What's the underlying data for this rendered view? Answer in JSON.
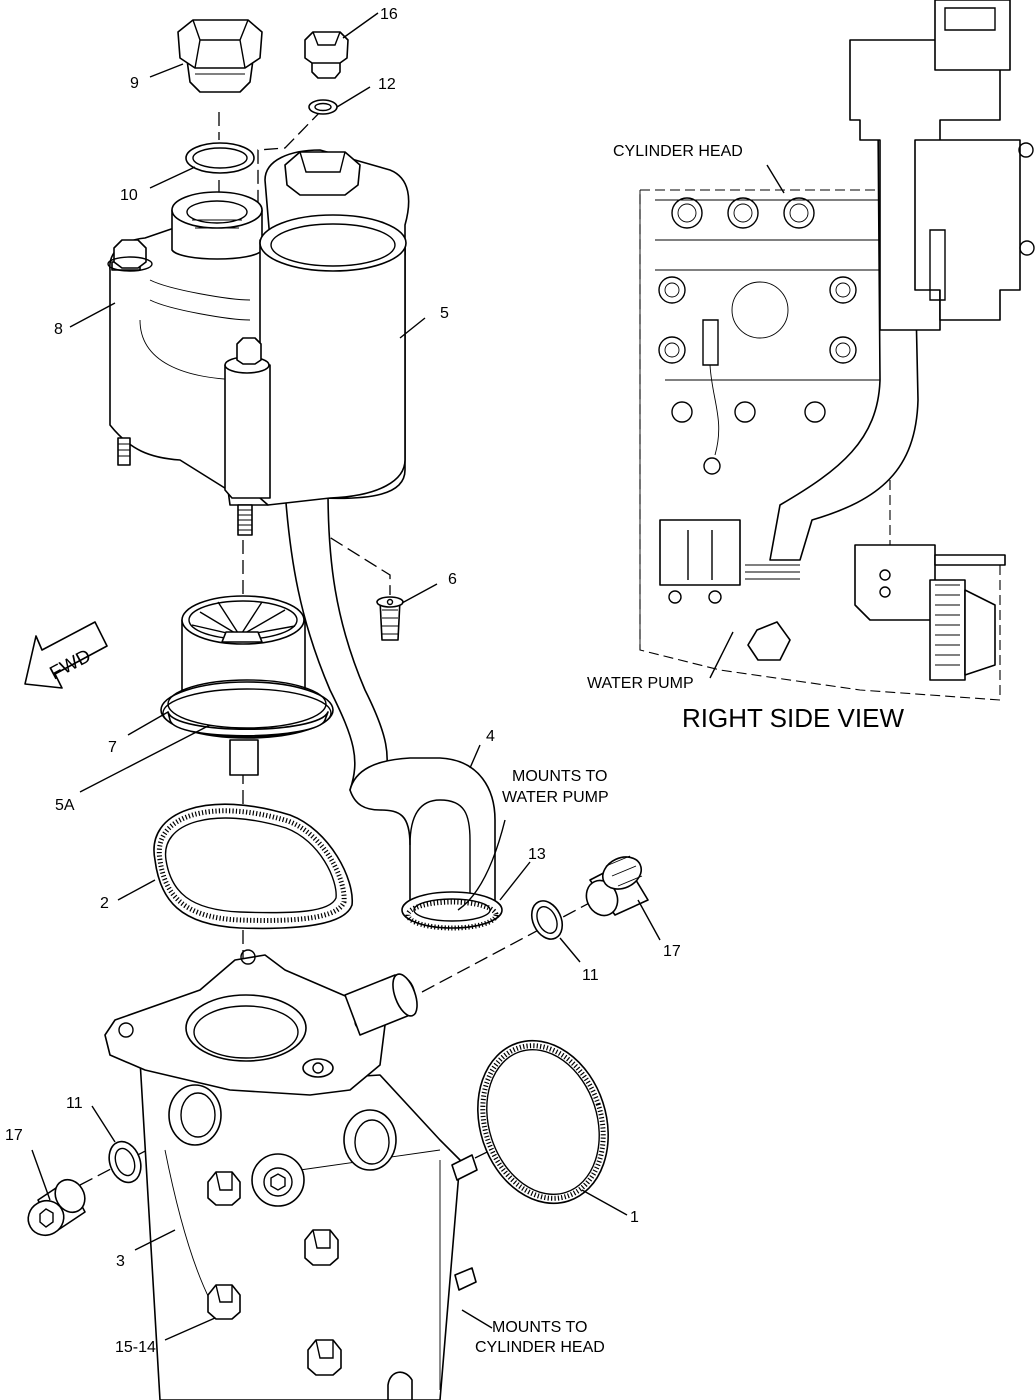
{
  "callouts": {
    "c1": "1",
    "c2": "2",
    "c3": "3",
    "c4": "4",
    "c5": "5",
    "c5a": "5A",
    "c6": "6",
    "c7": "7",
    "c8": "8",
    "c9": "9",
    "c10": "10",
    "c11a": "11",
    "c11b": "11",
    "c12": "12",
    "c13": "13",
    "c1514": "15-14",
    "c16": "16",
    "c17a": "17",
    "c17b": "17"
  },
  "notes": {
    "water_pump_line1": "MOUNTS TO",
    "water_pump_line2": "WATER PUMP",
    "cyl_head_line1": "MOUNTS TO",
    "cyl_head_line2": "CYLINDER HEAD",
    "fwd": "FWD"
  },
  "inset": {
    "title": "RIGHT SIDE VIEW",
    "cylinder_head_label": "CYLINDER HEAD",
    "water_pump_label": "WATER PUMP"
  }
}
